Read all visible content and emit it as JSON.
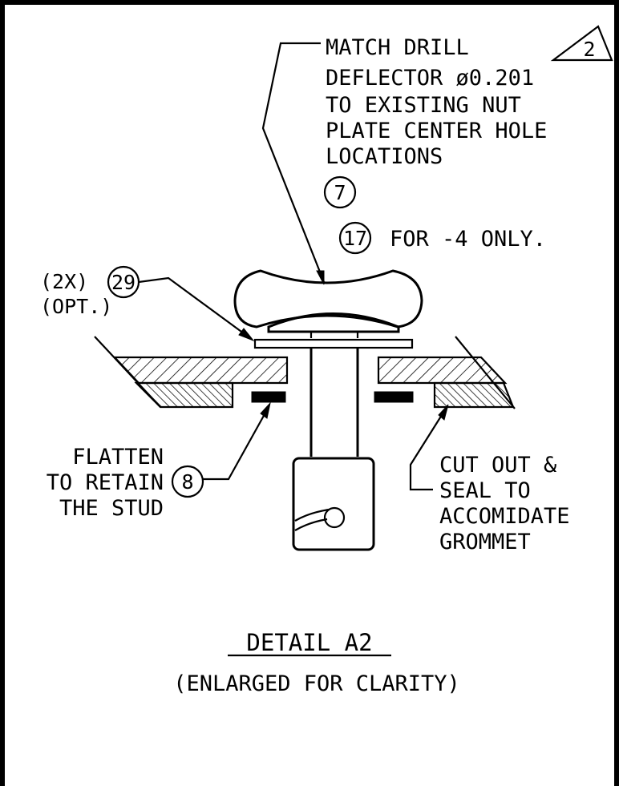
{
  "note_match_drill": {
    "line1": "MATCH DRILL",
    "line2": "DEFLECTOR ø0.201",
    "line3": "TO EXISTING NUT",
    "line4": "PLATE CENTER HOLE",
    "line5": "LOCATIONS"
  },
  "revision_marker": "2",
  "callouts": {
    "item7": "7",
    "item17": "17",
    "item17_note": "FOR -4 ONLY.",
    "item29_prefix": "(2X)",
    "item29": "29",
    "item29_suffix": "(OPT.)",
    "item8": "8"
  },
  "note_flatten": {
    "line1": "FLATTEN",
    "line2": "TO RETAIN",
    "line3": "THE STUD"
  },
  "note_cutout": {
    "line1": "CUT OUT &",
    "line2": "SEAL TO",
    "line3": "ACCOMIDATE",
    "line4": "GROMMET"
  },
  "detail": {
    "title": "DETAIL A2",
    "subtitle": "(ENLARGED FOR CLARITY)"
  }
}
